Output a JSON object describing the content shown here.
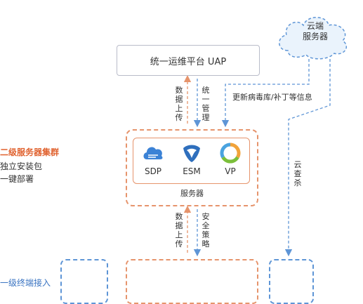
{
  "cloud": {
    "line1": "云端",
    "line2": "服务器"
  },
  "uap": {
    "label": "统一运维平台 UAP"
  },
  "arrows_top": {
    "data_upload": "数据上传",
    "unified_mgmt": "统一管理"
  },
  "update_label": "更新病毒库/补丁等信息",
  "cloud_scan": "云查杀",
  "cluster": {
    "products": [
      {
        "name": "SDP",
        "icon": "sdp-cloud-icon",
        "color": "#3b82d6"
      },
      {
        "name": "ESM",
        "icon": "esm-eagle-icon",
        "color": "#2f6fbd"
      },
      {
        "name": "VP",
        "icon": "vp-ring-icon",
        "color": "#7bbf3a"
      }
    ],
    "label": "服务器"
  },
  "left_panel": {
    "title": "二级服务器集群",
    "lines": [
      "独立安装包",
      "一键部署"
    ]
  },
  "arrows_mid": {
    "data_upload": "数据上传",
    "security_policy": "安全策略"
  },
  "bottom": {
    "partial_text": "一级终端接入"
  },
  "colors": {
    "orange": "#e6946c",
    "blue": "#5e95d6",
    "red_text": "#e0622f"
  }
}
